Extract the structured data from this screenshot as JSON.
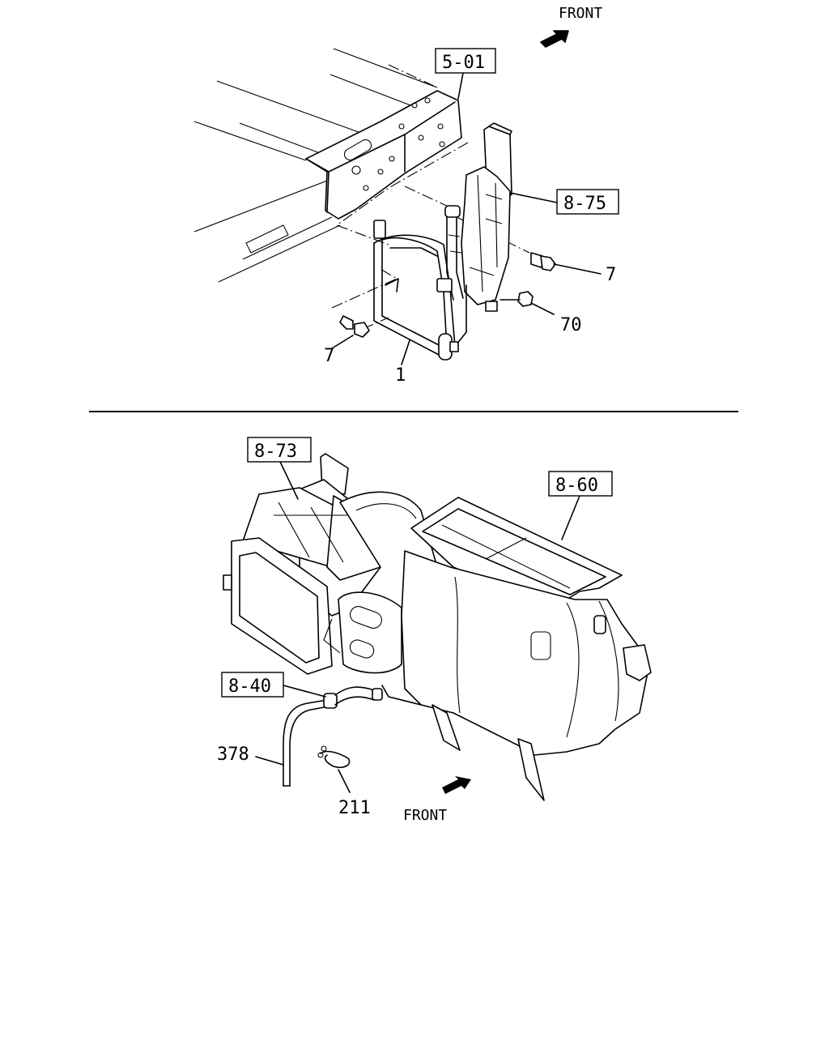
{
  "top": {
    "front_label": "FRONT",
    "refs": {
      "ref_501": "5-01",
      "ref_875": "8-75"
    },
    "callouts": {
      "c7_right": "7",
      "c70": "70",
      "c7_left": "7",
      "c1": "1"
    }
  },
  "bottom": {
    "front_label": "FRONT",
    "refs": {
      "ref_873": "8-73",
      "ref_860": "8-60",
      "ref_840": "8-40"
    },
    "callouts": {
      "c378": "378",
      "c211": "211"
    }
  }
}
